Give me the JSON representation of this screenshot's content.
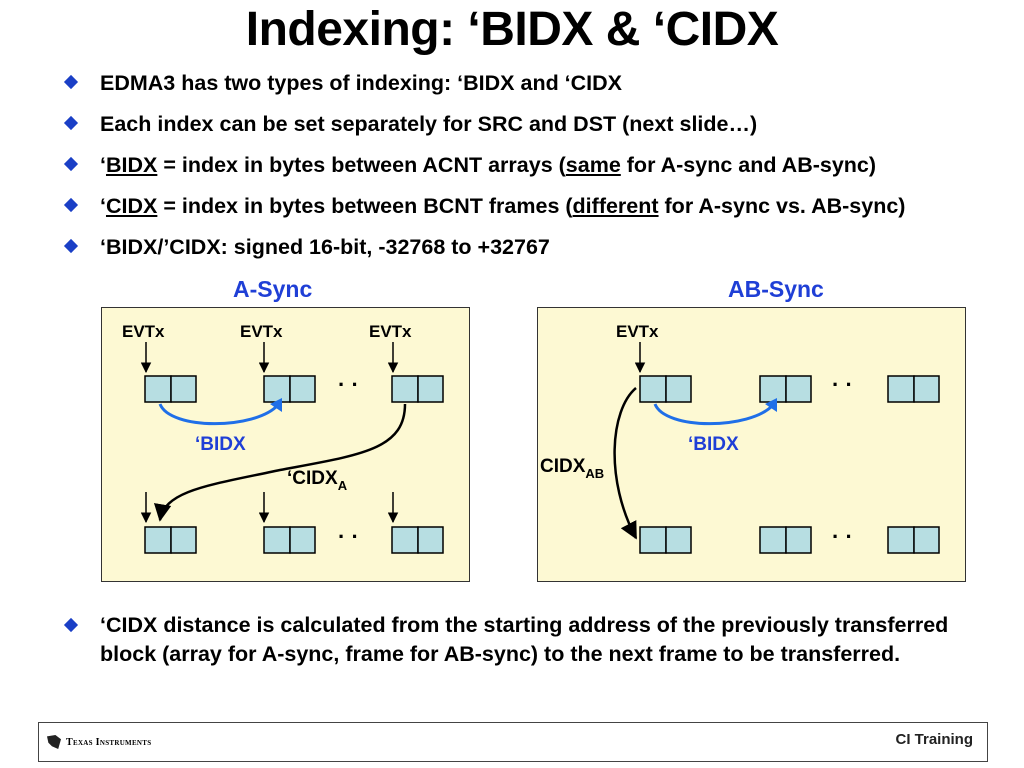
{
  "title": "Indexing: ‘BIDX & ‘CIDX",
  "bullets": [
    {
      "parts": [
        {
          "t": "EDMA3 has two types of indexing: ‘BIDX and ‘CIDX"
        }
      ]
    },
    {
      "parts": [
        {
          "t": "Each index can be set separately for SRC and DST (next slide…)"
        }
      ]
    },
    {
      "parts": [
        {
          "t": "‘"
        },
        {
          "t": "BIDX",
          "u": true
        },
        {
          "t": " = index in bytes between ACNT arrays ("
        },
        {
          "t": "same",
          "u": true
        },
        {
          "t": " for A-sync and AB-sync)"
        }
      ]
    },
    {
      "parts": [
        {
          "t": "‘"
        },
        {
          "t": "CIDX",
          "u": true
        },
        {
          "t": " = index in bytes between BCNT frames ("
        },
        {
          "t": "different",
          "u": true
        },
        {
          "t": " for A-sync vs. AB-sync)"
        }
      ]
    },
    {
      "parts": [
        {
          "t": "‘BIDX/’CIDX: signed 16-bit, -32768 to +32767"
        }
      ]
    }
  ],
  "diagram": {
    "a_sync_label": "A-Sync",
    "ab_sync_label": "AB-Sync",
    "evtx": "EVTx",
    "ellipsis": "· ·",
    "bidx": "‘BIDX",
    "cidx_a_main": "‘CIDX",
    "cidx_a_sub": "A",
    "cidx_ab_main": "CIDX",
    "cidx_ab_sub": "AB"
  },
  "bottom_bullet": "‘CIDX distance is calculated from the starting address of the previously transferred block (array for A-sync, frame for AB-sync) to the next frame to be transferred.",
  "footer": {
    "logo_text": "Texas Instruments",
    "right_text": "CI Training"
  },
  "colors": {
    "accent_blue": "#1f3fd6",
    "panel_fill": "#fdf9d3",
    "cell_fill": "#b7dee2"
  }
}
